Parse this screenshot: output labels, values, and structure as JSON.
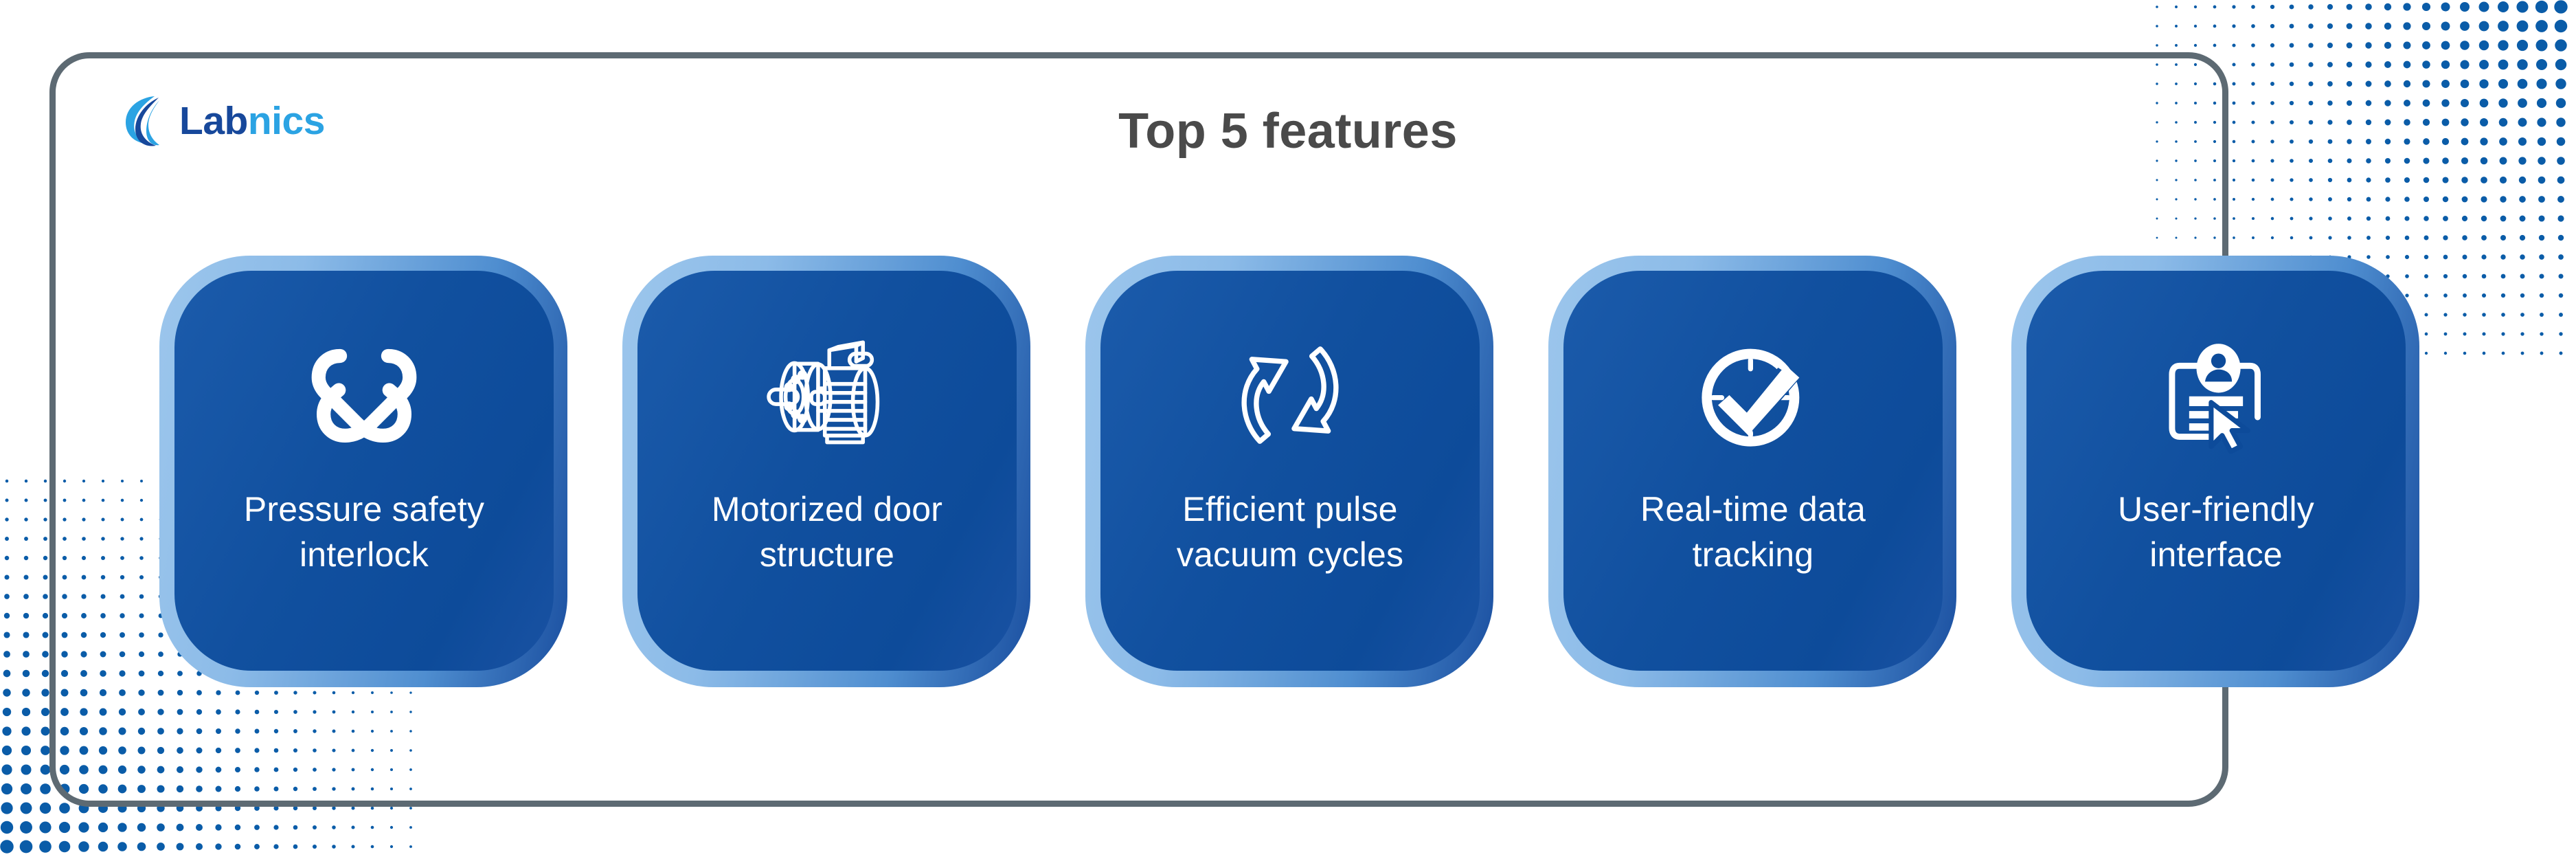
{
  "brand": {
    "logo_mark": "labnics-swoosh-icon",
    "name_part_dark": "Lab",
    "name_part_light": "nics",
    "color_dark": "#17489b",
    "color_light": "#2ba3e3"
  },
  "header": {
    "title": "Top 5 features",
    "title_color": "#4a4a4a"
  },
  "theme": {
    "frame_color": "#5d6a73",
    "card_ring_light": "#9cc6ec",
    "card_ring_dark": "#1a4fa0",
    "card_body": "#11509f",
    "card_text": "#ffffff",
    "dot_color": "#0a5ca8",
    "page_background": "#ffffff"
  },
  "features": [
    {
      "label": "Pressure safety interlock",
      "line1": "Pressure safety",
      "line2": "interlock",
      "icon": "interlocking-knot-icon"
    },
    {
      "label": "Motorized door structure",
      "line1": "Motorized door",
      "line2": "structure",
      "icon": "electric-motor-icon"
    },
    {
      "label": "Efficient pulse vacuum cycles",
      "line1": "Efficient pulse",
      "line2": "vacuum cycles",
      "icon": "cycle-arrows-icon"
    },
    {
      "label": "Real-time data tracking",
      "line1": "Real-time data",
      "line2": "tracking",
      "icon": "clock-check-icon"
    },
    {
      "label": "User-friendly interface",
      "line1": "User-friendly",
      "line2": "interface",
      "icon": "user-card-cursor-icon"
    }
  ],
  "decoration": {
    "top_right_dots": "halftone-dot-grid",
    "bottom_left_dots": "halftone-dot-grid"
  }
}
